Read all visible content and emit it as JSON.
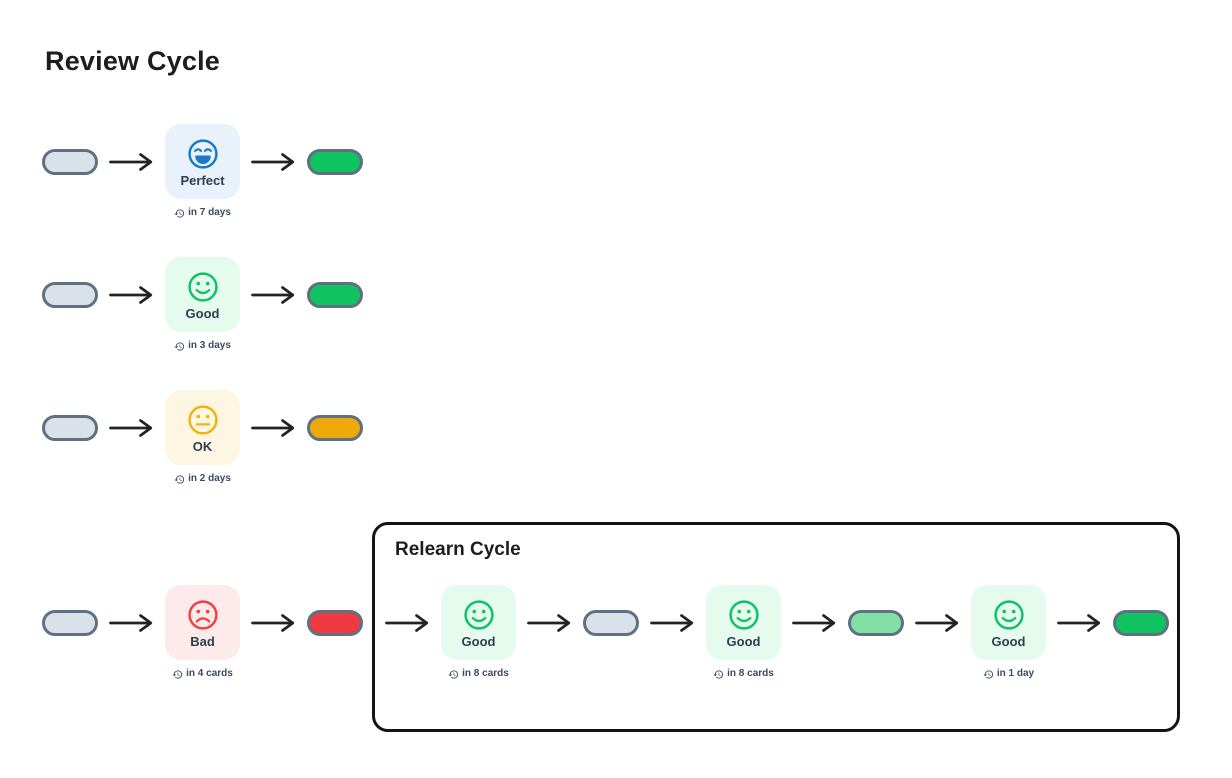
{
  "title": "Review Cycle",
  "rows": [
    {
      "rating": "Perfect",
      "caption": "in 7 days",
      "result_pill": "green"
    },
    {
      "rating": "Good",
      "caption": "in 3 days",
      "result_pill": "green"
    },
    {
      "rating": "OK",
      "caption": "in 2 days",
      "result_pill": "amber"
    },
    {
      "rating": "Bad",
      "caption": "in 4 cards",
      "result_pill": "red"
    }
  ],
  "relearn": {
    "title": "Relearn Cycle",
    "steps": [
      {
        "rating": "Good",
        "caption": "in 8 cards"
      },
      {
        "rating": "Good",
        "caption": "in 8 cards"
      },
      {
        "rating": "Good",
        "caption": "in 1 day"
      }
    ],
    "pills": [
      "gray",
      "light-green",
      "green"
    ]
  },
  "icons": {
    "arrow-right-icon": "→",
    "history-clock-icon": "↺",
    "laughing-face-icon": "😄",
    "smiling-face-icon": "🙂",
    "neutral-face-icon": "😐",
    "frowning-face-icon": "☹"
  },
  "colors": {
    "bg": "#ffffff",
    "title": "#1d1d20",
    "label": "#2e3d50",
    "caption": "#3a4a5e",
    "arrow": "#212327",
    "box-border": "#141414",
    "pill-border": "#5e7082",
    "pill-gray": "#dbe1e8",
    "pill-green": "#10c360",
    "pill-light-green": "#83e0a4",
    "pill-amber": "#eda90b",
    "pill-red": "#ee3a40",
    "card-blue": "#e9f1fb",
    "card-green": "#e5fbee",
    "card-amber": "#fdf6e2",
    "card-red": "#fdeaea",
    "face-blue": "#1a7ac9",
    "face-green": "#0ec267",
    "face-amber": "#f0b40d",
    "face-red": "#f13f46"
  }
}
